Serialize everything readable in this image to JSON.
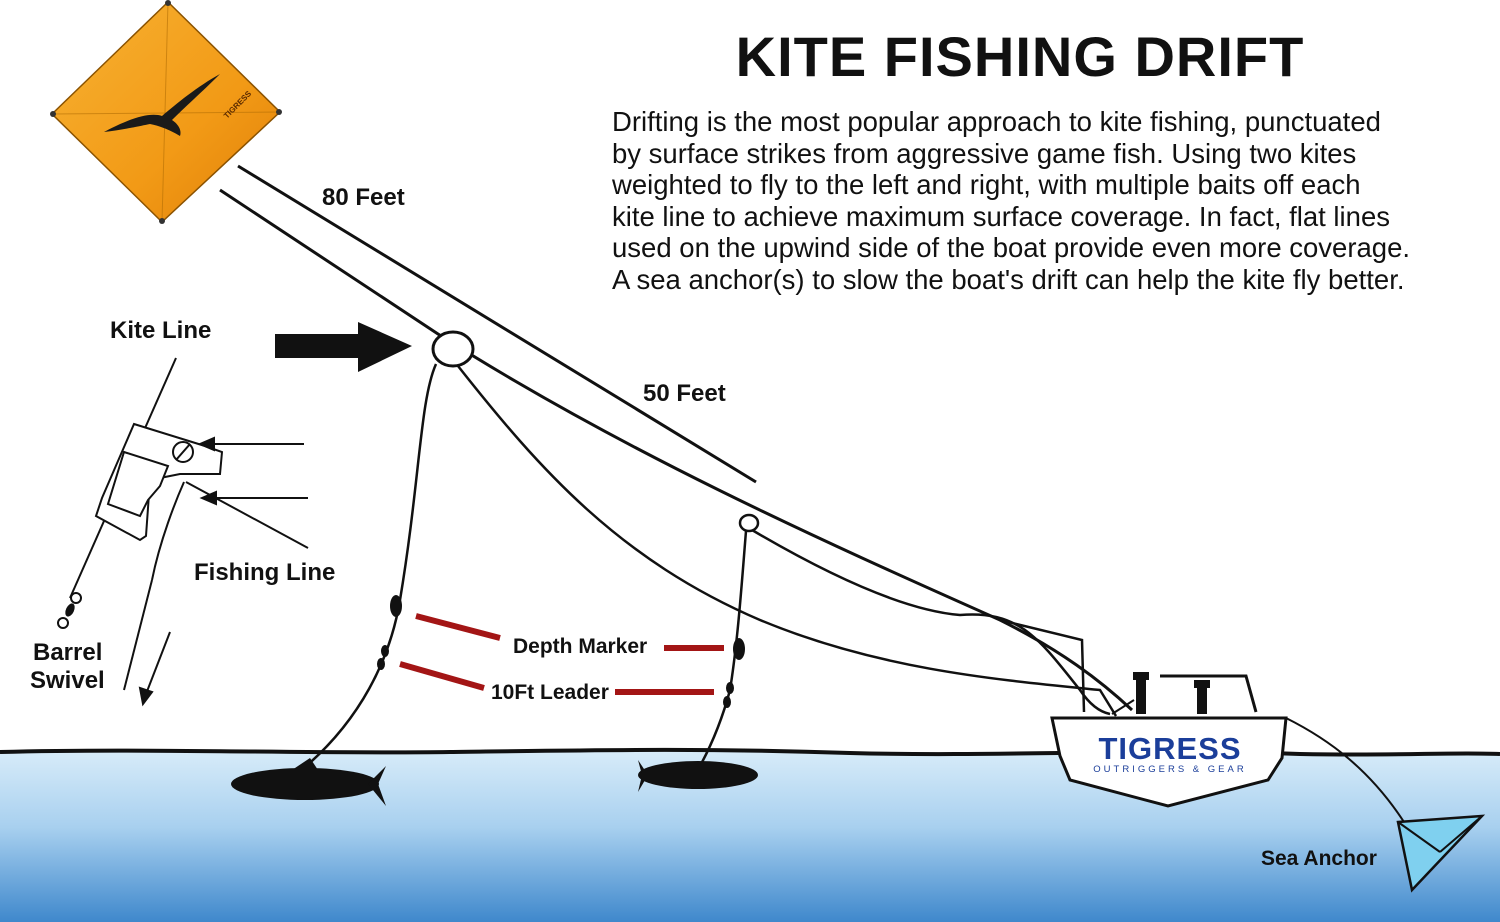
{
  "title": "KITE FISHING DRIFT",
  "description": [
    "Drifting is the most popular approach to kite fishing, punctuated",
    "by surface strikes from aggressive game fish.  Using two kites",
    "weighted to fly to the left and right, with multiple baits off each",
    "kite line to achieve maximum surface coverage.  In fact, flat lines",
    "used on the upwind side of the boat provide even more coverage.",
    "A sea anchor(s) to slow the boat's drift can help the kite fly better."
  ],
  "labels": {
    "feet_80": "80 Feet",
    "feet_50": "50 Feet",
    "kite_line": "Kite Line",
    "fishing_line": "Fishing Line",
    "barrel": "Barrel",
    "swivel": "Swivel",
    "depth_marker": "Depth Marker",
    "leader": "10Ft Leader",
    "sea_anchor": "Sea Anchor"
  },
  "brand": {
    "name": "TIGRESS",
    "tagline": "OUTRIGGERS & GEAR",
    "kite_mark": "TIGRESS"
  },
  "colors": {
    "kite": "#f5a623",
    "water_top": "#cfe6f7",
    "water_bottom": "#4a90d0",
    "marker": "#a31515",
    "brand": "#1b3e9a",
    "anchor": "#7fd0ef"
  },
  "icons": [
    "kite-icon",
    "bird-icon",
    "arrow-right-icon",
    "release-clip-icon",
    "barrel-swivel-icon",
    "fish-icon",
    "boat-icon",
    "sea-anchor-icon"
  ]
}
